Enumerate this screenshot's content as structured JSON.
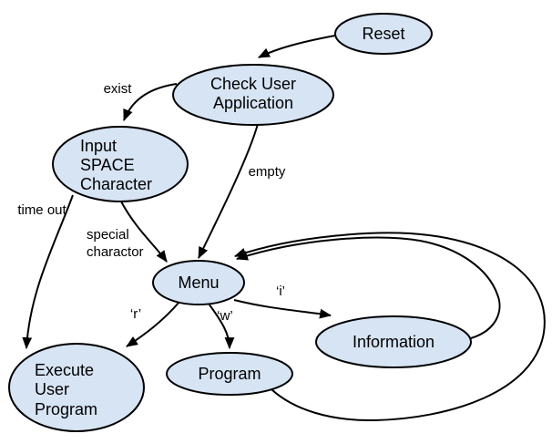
{
  "diagram": {
    "type": "state-transition-diagram",
    "colors": {
      "node_fill": "#d6e4f4",
      "stroke": "#000000",
      "background": "#ffffff"
    },
    "nodes": {
      "reset": {
        "label": "Reset",
        "lines": [
          "Reset"
        ]
      },
      "check": {
        "label": "Check User Application",
        "lines": [
          "Check User",
          "Application"
        ]
      },
      "input": {
        "label": "Input SPACE Character",
        "lines": [
          "Input",
          "SPACE",
          "Character"
        ]
      },
      "menu": {
        "label": "Menu",
        "lines": [
          "Menu"
        ]
      },
      "information": {
        "label": "Information",
        "lines": [
          "Information"
        ]
      },
      "program": {
        "label": "Program",
        "lines": [
          "Program"
        ]
      },
      "execute": {
        "label": "Execute User Program",
        "lines": [
          "Execute",
          "User",
          "Program"
        ]
      }
    },
    "edges": {
      "reset_to_check": {
        "from": "Reset",
        "to": "Check User Application",
        "label": ""
      },
      "check_to_input": {
        "from": "Check User Application",
        "to": "Input SPACE Character",
        "label": "exist"
      },
      "check_to_menu": {
        "from": "Check User Application",
        "to": "Menu",
        "label": "empty"
      },
      "input_to_execute": {
        "from": "Input SPACE Character",
        "to": "Execute User Program",
        "label": "time out"
      },
      "input_to_menu": {
        "from": "Input SPACE Character",
        "to": "Menu",
        "label": "special charactor",
        "label_lines": [
          "special",
          "charactor"
        ]
      },
      "menu_to_execute": {
        "from": "Menu",
        "to": "Execute User Program",
        "label": "‘r’"
      },
      "menu_to_program": {
        "from": "Menu",
        "to": "Program",
        "label": "‘w’"
      },
      "menu_to_information": {
        "from": "Menu",
        "to": "Information",
        "label": "‘i’"
      },
      "information_to_menu": {
        "from": "Information",
        "to": "Menu",
        "label": ""
      },
      "program_to_menu": {
        "from": "Program",
        "to": "Menu",
        "label": ""
      }
    }
  }
}
